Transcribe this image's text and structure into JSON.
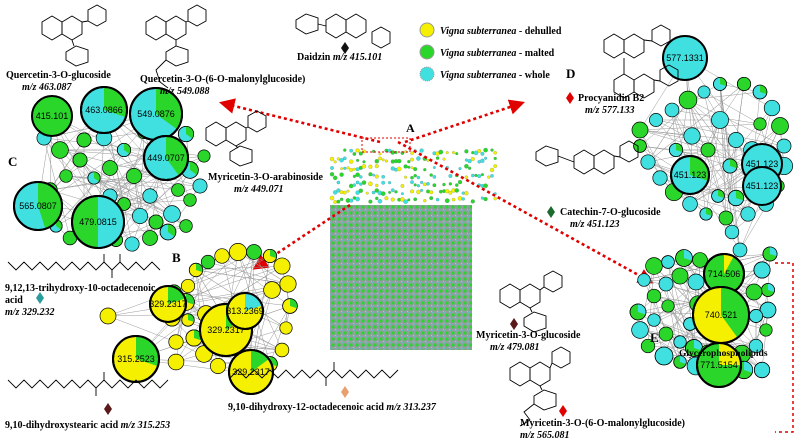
{
  "legend": {
    "items": [
      {
        "species": "Vigna subterranea",
        "treatment": " - dehulled",
        "color": "#f4f000"
      },
      {
        "species": "Vigna subterranea",
        "treatment": " - malted",
        "color": "#2bd62b"
      },
      {
        "species": "Vigna subterranea",
        "treatment": " - whole",
        "color": "#40e0e0"
      }
    ]
  },
  "panels": {
    "A": {
      "letter": "A"
    },
    "B": {
      "letter": "B"
    },
    "C": {
      "letter": "C"
    },
    "D": {
      "letter": "D"
    },
    "E": {
      "letter": "E",
      "group_label": "Glycerophospholipids"
    }
  },
  "compounds": {
    "daidzin": {
      "name": "Daidzin",
      "mz": "m/z 415.101"
    },
    "quercetin_glucoside": {
      "name": "Quercetin-3-O-glucoside",
      "mz": "m/z 463.087"
    },
    "quercetin_malonyl": {
      "name": "Quercetin-3-O-(6-O-malonylglucoside)",
      "mz": "m/z 549.088"
    },
    "myricetin_arabinoside": {
      "name": "Myricetin-3-O-arabinoside",
      "mz": "m/z 449.071"
    },
    "procyanidin": {
      "name": "Procyanidin B2",
      "mz": "m/z 577.133"
    },
    "catechin": {
      "name": "Catechin-7-O-glucoside",
      "mz": "m/z 451.123"
    },
    "trihydroxy": {
      "name": "9,12,13-trihydroxy-10-octadecenoic",
      "name2": "acid",
      "mz": "m/z 329.232"
    },
    "dihydroxystearic": {
      "name": "9,10-dihydroxystearic acid",
      "mz": "m/z 315.253"
    },
    "dihydroxy_octadecenoic": {
      "name": "9,10-dihydroxy-12-octadecenoic acid",
      "mz": "m/z 313.237"
    },
    "myricetin_glucoside": {
      "name": "Myricetin-3-O-glucoside",
      "mz": "m/z 479.081"
    },
    "myricetin_malonyl": {
      "name": "Myricetin-3-O-(6-O-malonylglucoside)",
      "mz": "m/z 565.081"
    }
  },
  "node_labels": {
    "C": [
      "415.101",
      "463.0866",
      "549.0876",
      "449.0707",
      "565.0807",
      "479.0815"
    ],
    "D": [
      "577.1331",
      "451.123",
      "451.123",
      "451.123"
    ],
    "B": [
      "329.2317",
      "329.2317",
      "313.2369",
      "315.2523",
      "329.2317"
    ],
    "E": [
      "714.506",
      "740.521",
      "771.5154"
    ]
  },
  "colors": {
    "dehulled": "#f4f000",
    "malted": "#2bd62b",
    "whole": "#40e0e0",
    "arrow": "#e00000",
    "edge": "#9a9a9a"
  }
}
